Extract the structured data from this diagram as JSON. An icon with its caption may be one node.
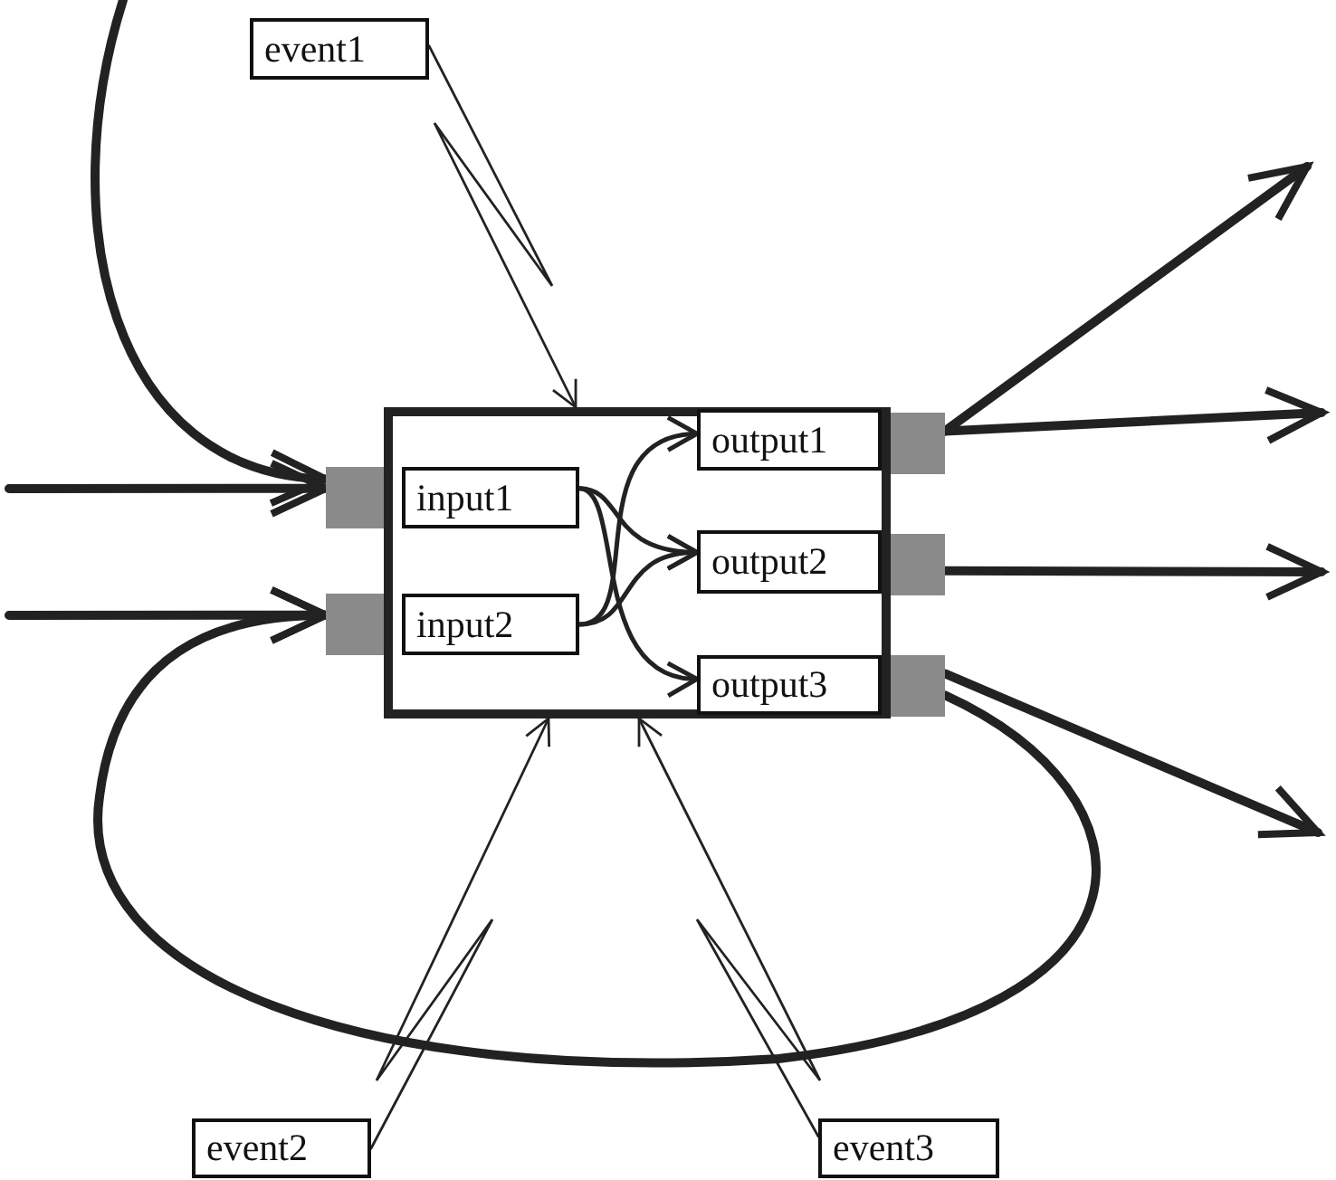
{
  "diagram": {
    "nodes": [
      {
        "text": [],
        "shape": "box"
      },
      {
        "text": [],
        "shape": "box"
      },
      {
        "text": [],
        "shape": "box"
      },
      {
        "text": [],
        "shape": "box"
      },
      {
        "text": [],
        "shape": "box"
      },
      {
        "text": [],
        "shape": "box"
      },
      {
        "text": [
          "input1"
        ],
        "in": 0
      },
      {
        "text": [
          "input2"
        ],
        "in": 0
      },
      {
        "text": [
          "output1"
        ],
        "in": 0
      },
      {
        "text": [
          "output2"
        ],
        "in": 0
      },
      {
        "text": [
          "output3"
        ],
        "in": 0
      },
      {
        "text": [
          "event1"
        ]
      },
      {
        "text": [
          "event2"
        ]
      },
      {
        "text": [
          "event3"
        ]
      }
    ],
    "edges": [
      {
        "from": null,
        "to": 1,
        "arrow": "to"
      },
      {
        "from": null,
        "to": 1,
        "arrow": "to"
      },
      {
        "from": null,
        "to": 2,
        "arrow": "to"
      },
      {
        "from": 3,
        "to": null,
        "arrow": "to"
      },
      {
        "from": 3,
        "to": null,
        "arrow": "to"
      },
      {
        "from": 4,
        "to": null,
        "arrow": "to"
      },
      {
        "from": 5,
        "to": null,
        "arrow": "to"
      },
      {
        "from": 5,
        "to": 2,
        "arrow": "to"
      },
      {
        "from": 6,
        "to": 9,
        "arrow": "to"
      },
      {
        "from": 6,
        "to": 10,
        "arrow": "to"
      },
      {
        "from": 7,
        "to": 8,
        "arrow": "to"
      },
      {
        "from": 7,
        "to": 9,
        "arrow": "to"
      },
      {
        "from": 11,
        "to": 0,
        "arrow": "to"
      },
      {
        "from": 12,
        "to": 0,
        "arrow": "to"
      },
      {
        "from": 13,
        "to": 0,
        "arrow": "to"
      }
    ]
  }
}
